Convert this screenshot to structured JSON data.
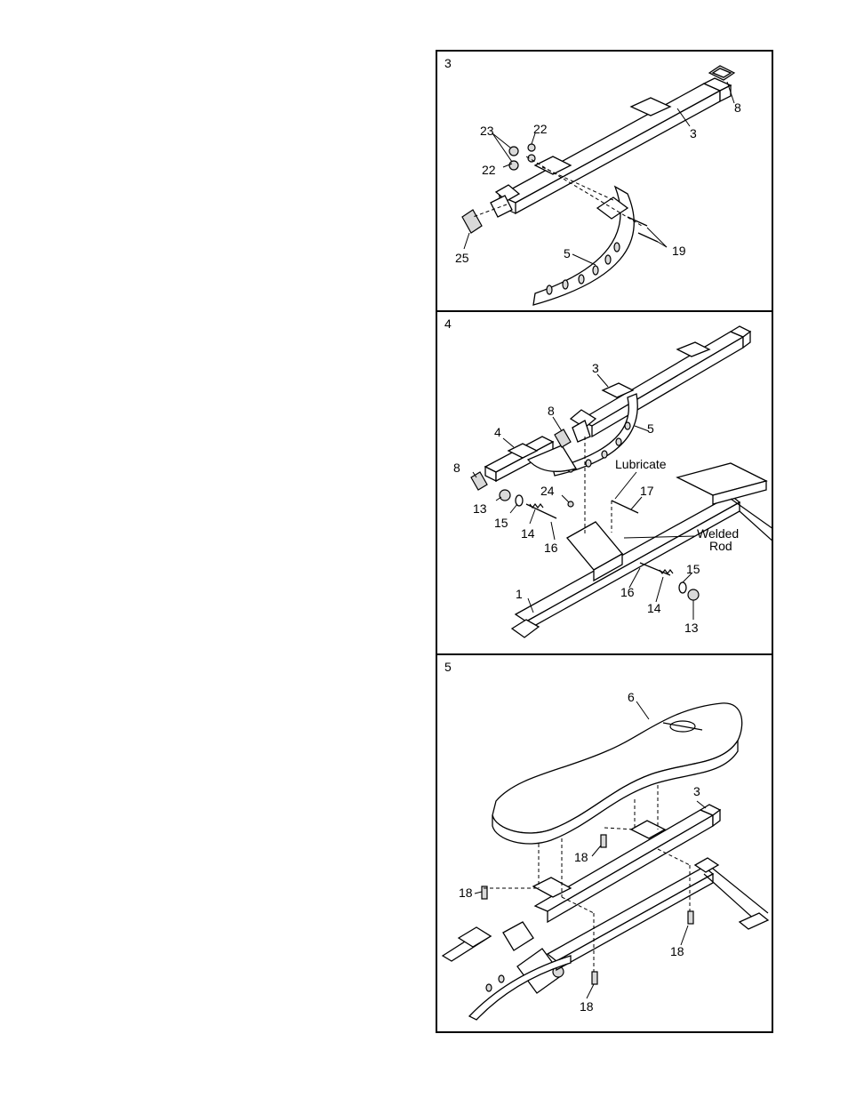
{
  "steps": [
    {
      "number": "3",
      "callouts": [
        "23",
        "22",
        "22",
        "8",
        "3",
        "25",
        "5",
        "19"
      ]
    },
    {
      "number": "4",
      "callouts": [
        "3",
        "8",
        "5",
        "4",
        "8",
        "Lubricate",
        "17",
        "24",
        "13",
        "15",
        "14",
        "16",
        "Welded",
        "Rod",
        "1",
        "15",
        "16",
        "14",
        "13"
      ]
    },
    {
      "number": "5",
      "callouts": [
        "6",
        "3",
        "18",
        "18",
        "18",
        "18"
      ]
    }
  ]
}
